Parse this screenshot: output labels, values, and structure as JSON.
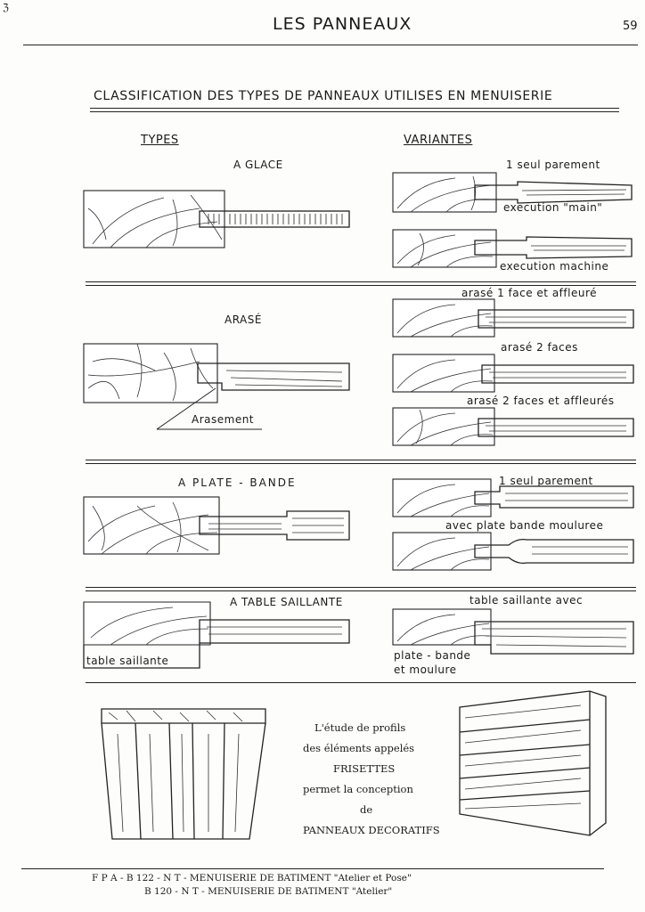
{
  "header": {
    "title": "LES PANNEAUX",
    "page_number": "59",
    "corner_mark": "ℨ"
  },
  "classification_title": "CLASSIFICATION DES TYPES DE PANNEAUX UTILISES EN MENUISERIE",
  "columns": {
    "types": "TYPES",
    "variantes": "VARIANTES"
  },
  "sections": {
    "glace": {
      "type_label": "A GLACE",
      "variants": [
        "1 seul parement",
        "execution \"main\"",
        "execution machine"
      ]
    },
    "arase": {
      "type_label": "ARASÉ",
      "callout": "Arasement",
      "variants": [
        "arasé 1 face et affleuré",
        "arasé 2 faces",
        "arasé 2 faces et affleurés"
      ]
    },
    "plate_bande": {
      "type_label": "A PLATE - BANDE",
      "variants": [
        "1 seul parement",
        "avec plate bande mouluree"
      ]
    },
    "table_saillante": {
      "type_label": "A TABLE SAILLANTE",
      "callout": "table saillante",
      "variants": [
        "table saillante avec",
        "plate - bande",
        "et moulure"
      ]
    }
  },
  "frisettes_text": [
    "L'étude de profils",
    "des éléments appelés",
    "FRISETTES",
    "permet la conception",
    "de",
    "PANNEAUX DECORATIFS"
  ],
  "footer": {
    "line1": "F P A - B 122 - N T - MENUISERIE DE BATIMENT \"Atelier et Pose\"",
    "line2": "B 120 - N T - MENUISERIE DE BATIMENT \"Atelier\""
  }
}
